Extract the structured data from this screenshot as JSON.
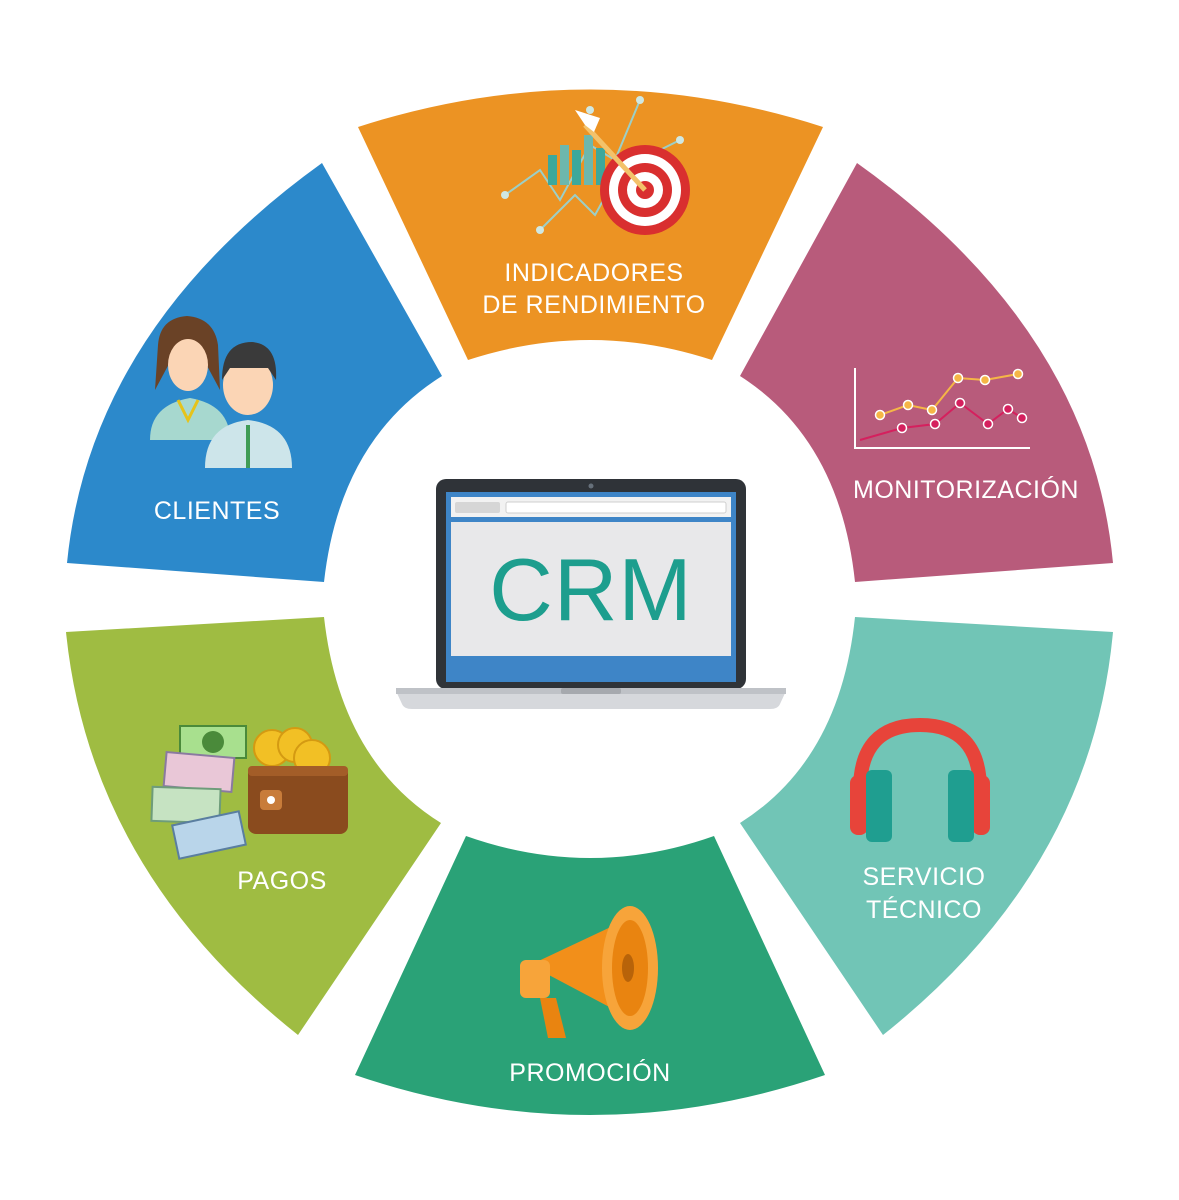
{
  "center": {
    "label": "CRM",
    "accent": "#1d9e8e"
  },
  "segments": [
    {
      "id": "indicadores",
      "lines": [
        "INDICADORES",
        "DE RENDIMIENTO"
      ],
      "color": "#ec9323",
      "icon": "target-chart-icon"
    },
    {
      "id": "monitorizacion",
      "lines": [
        "MONITORIZACIÓN"
      ],
      "color": "#b85b7b",
      "icon": "line-graph-icon"
    },
    {
      "id": "servicio",
      "lines": [
        "SERVICIO",
        "TÉCNICO"
      ],
      "color": "#71c5b6",
      "icon": "headphones-icon"
    },
    {
      "id": "promocion",
      "lines": [
        "PROMOCIÓN"
      ],
      "color": "#2aa277",
      "icon": "megaphone-icon"
    },
    {
      "id": "pagos",
      "lines": [
        "PAGOS"
      ],
      "color": "#9fbc42",
      "icon": "wallet-money-icon"
    },
    {
      "id": "clientes",
      "lines": [
        "CLIENTES"
      ],
      "color": "#2c89cb",
      "icon": "customers-icon"
    }
  ]
}
